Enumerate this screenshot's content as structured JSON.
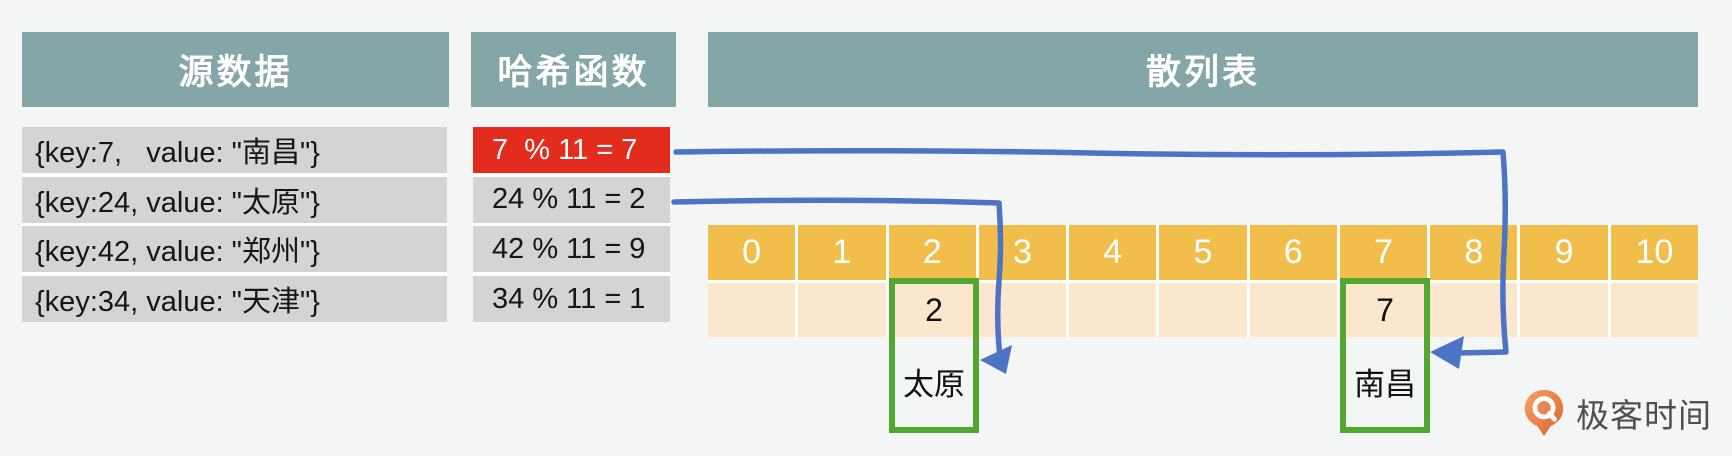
{
  "diagram_title": "hash-table-mapping",
  "columns": {
    "source": {
      "header": "源数据",
      "rows": [
        "{key:7,   value: \"南昌\"}",
        "{key:24, value: \"太原\"}",
        "{key:42, value: \"郑州\"}",
        "{key:34, value: \"天津\"}"
      ]
    },
    "hash": {
      "header": "哈希函数",
      "rows": [
        {
          "text": "7  % 11 = 7",
          "highlight": true
        },
        {
          "text": "24 % 11 = 2",
          "highlight": false
        },
        {
          "text": "42 % 11 = 9",
          "highlight": false
        },
        {
          "text": "34 % 11 = 1",
          "highlight": false
        }
      ]
    },
    "table": {
      "header": "散列表",
      "indices": [
        "0",
        "1",
        "2",
        "3",
        "4",
        "5",
        "6",
        "7",
        "8",
        "9",
        "10"
      ],
      "entries": [
        {
          "slot": "2",
          "city": "太原"
        },
        {
          "slot": "7",
          "city": "南昌"
        }
      ]
    }
  },
  "arrows": [
    {
      "from_hash": "7  % 11 = 7",
      "to_slot": "7"
    },
    {
      "from_hash": "24 % 11 = 2",
      "to_slot": "2"
    }
  ],
  "logo": {
    "text": "极客时间",
    "icon": "geektime-pin-icon"
  },
  "colors": {
    "background": "#f4f6f6",
    "header_teal": "#85a6a7",
    "row_gray": "#d4d4d4",
    "highlight_red": "#e32b1e",
    "index_orange": "#f1be4b",
    "slot_cream": "#fae7ce",
    "entry_green": "#51a72f",
    "arrow_blue": "#4d74c4",
    "logo_orange": "#e06a2f",
    "logo_text_gray": "#514e4b"
  }
}
